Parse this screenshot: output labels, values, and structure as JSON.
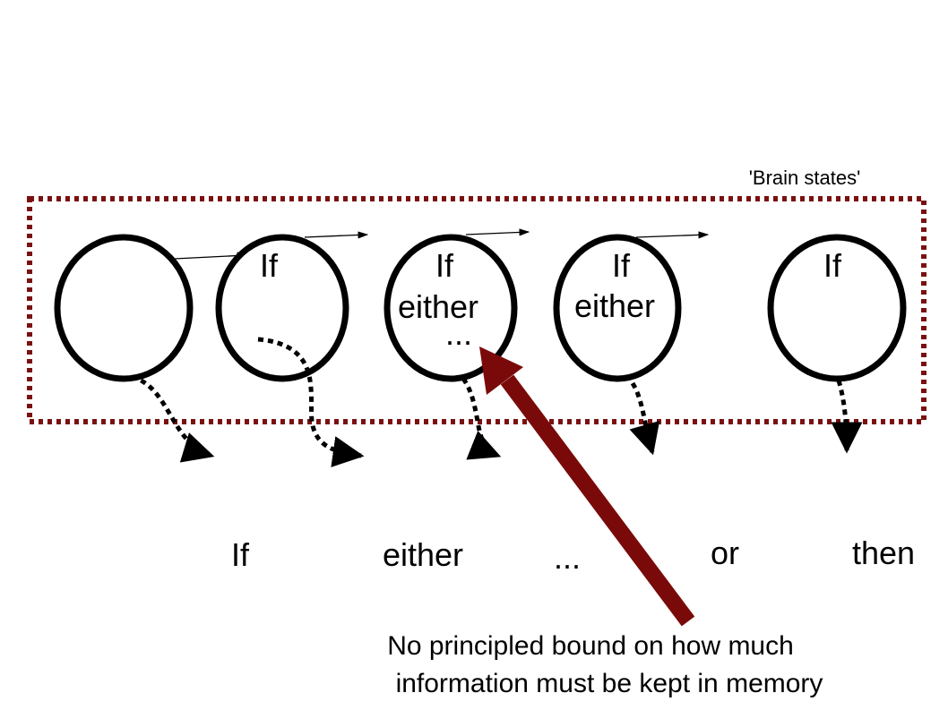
{
  "region_label": "'Brain states'",
  "states": [
    {
      "lines": []
    },
    {
      "lines": [
        "If"
      ]
    },
    {
      "lines": [
        "If",
        "either",
        "..."
      ]
    },
    {
      "lines": [
        "If",
        "either"
      ]
    },
    {
      "lines": [
        "If"
      ]
    }
  ],
  "words": [
    "If",
    "either",
    "...",
    "or",
    "then"
  ],
  "caption": {
    "line1": "No principled bound on how much",
    "line2": "information must be kept in memory"
  },
  "colors": {
    "region_border": "#7a1010",
    "highlight_arrow": "#7a0a0a",
    "ink": "#000000"
  }
}
